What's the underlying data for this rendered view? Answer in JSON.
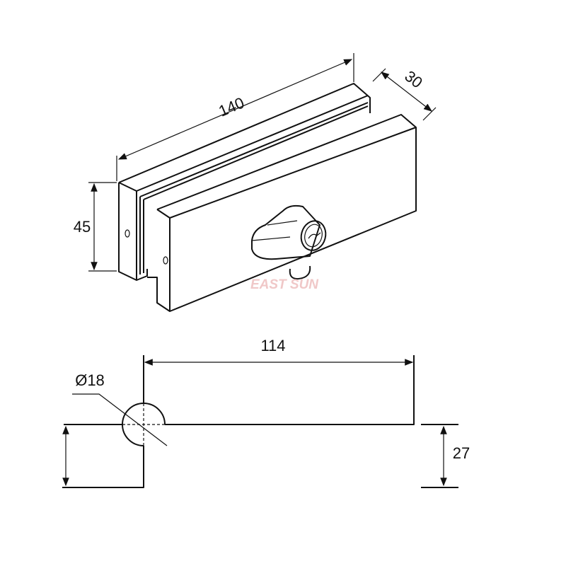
{
  "dimensions": {
    "length": "140",
    "depth": "30",
    "height": "45",
    "slot_length": "114",
    "pivot_diameter": "Ø18",
    "slot_depth": "27"
  },
  "watermark": "EAST SUN"
}
